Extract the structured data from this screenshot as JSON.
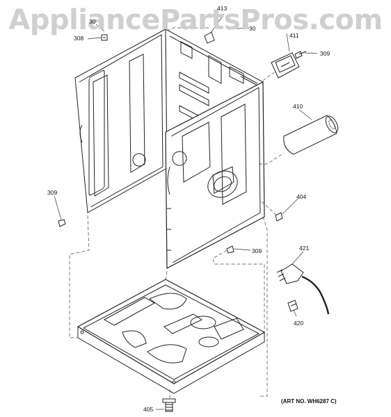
{
  "watermark": "AppliancePartsPros.com",
  "part_labels": {
    "p413": "413",
    "p30a": "30",
    "p30b": "30",
    "p308": "308",
    "p411": "411",
    "p309_top": "309",
    "p410": "410",
    "p404": "404",
    "p309_left": "309",
    "p309_mid": "309",
    "p421": "421",
    "p420": "420",
    "p405": "405"
  },
  "art_number": "(ART NO. WH6287 C)"
}
